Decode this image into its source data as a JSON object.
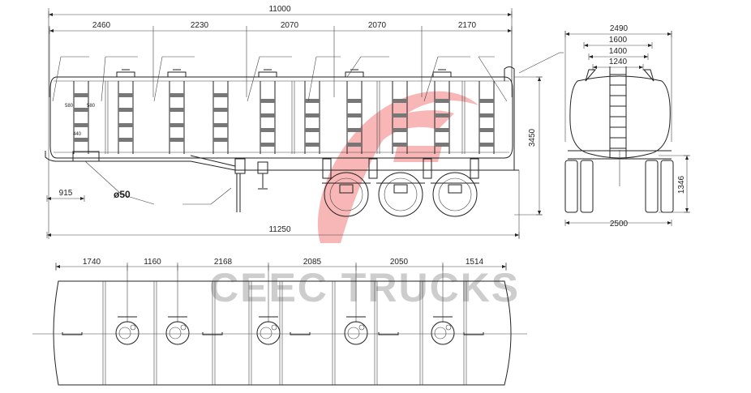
{
  "side_view": {
    "overall_length": "11000",
    "segments": [
      "2460",
      "2230",
      "2070",
      "2070",
      "2170"
    ],
    "total_length": "11250",
    "front_offset": "915",
    "kingpin": "ø50",
    "height": "3450",
    "ladder_width_left": "580",
    "ladder_width_right": "580",
    "step_width": "440"
  },
  "rear_view": {
    "width_top": "2490",
    "width_1600": "1600",
    "width_1400": "1400",
    "width_1240": "1240",
    "track_width": "2500",
    "frame_height": "1346"
  },
  "top_view": {
    "segments": [
      "1740",
      "1160",
      "2168",
      "2085",
      "2050",
      "1514"
    ]
  },
  "watermark": {
    "text": "CEEC TRUCKS",
    "logo_color": "#f08a8a"
  }
}
